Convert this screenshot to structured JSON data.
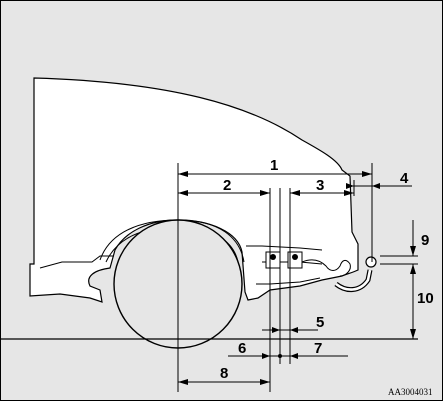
{
  "figure": {
    "code": "AA3004031",
    "callouts": [
      "1",
      "2",
      "3",
      "4",
      "5",
      "6",
      "7",
      "8",
      "9",
      "10"
    ]
  }
}
